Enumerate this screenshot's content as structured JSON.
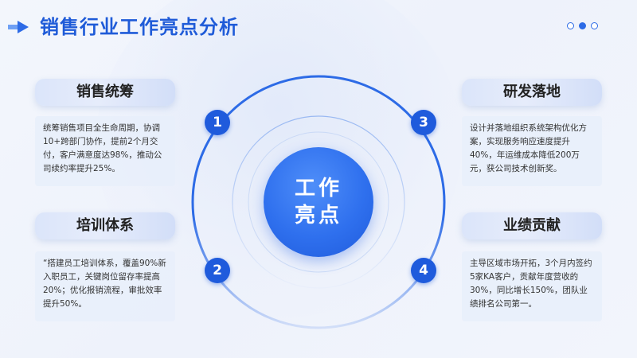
{
  "header": {
    "title": "销售行业工作亮点分析"
  },
  "center": {
    "line1": "工作",
    "line2": "亮点"
  },
  "cards": [
    {
      "number": "1",
      "title": "销售统筹",
      "body": "统筹销售项目全生命周期，协调10+跨部门协作，提前2个月交付，客户满意度达98%，推动公司续约率提升25%。"
    },
    {
      "number": "2",
      "title": "培训体系",
      "body": "“搭建员工培训体系，覆盖90%新入职员工，关键岗位留存率提高20%；优化报销流程，审批效率提升50%。"
    },
    {
      "number": "3",
      "title": "研发落地",
      "body": "设计并落地组织系统架构优化方案，实现服务响应速度提升40%，年运维成本降低200万元，获公司技术创新奖。"
    },
    {
      "number": "4",
      "title": "业绩贡献",
      "body": "主导区域市场开拓，3个月内签约5家KA客户，贡献年度营收的30%，同比增长150%，团队业绩排名公司第一。"
    }
  ],
  "colors": {
    "accent": "#1f5bdc",
    "title": "#1f5bd8"
  },
  "icons": {
    "header_arrow": "arrow-right-icon",
    "page_dots": "pagination-dots"
  }
}
